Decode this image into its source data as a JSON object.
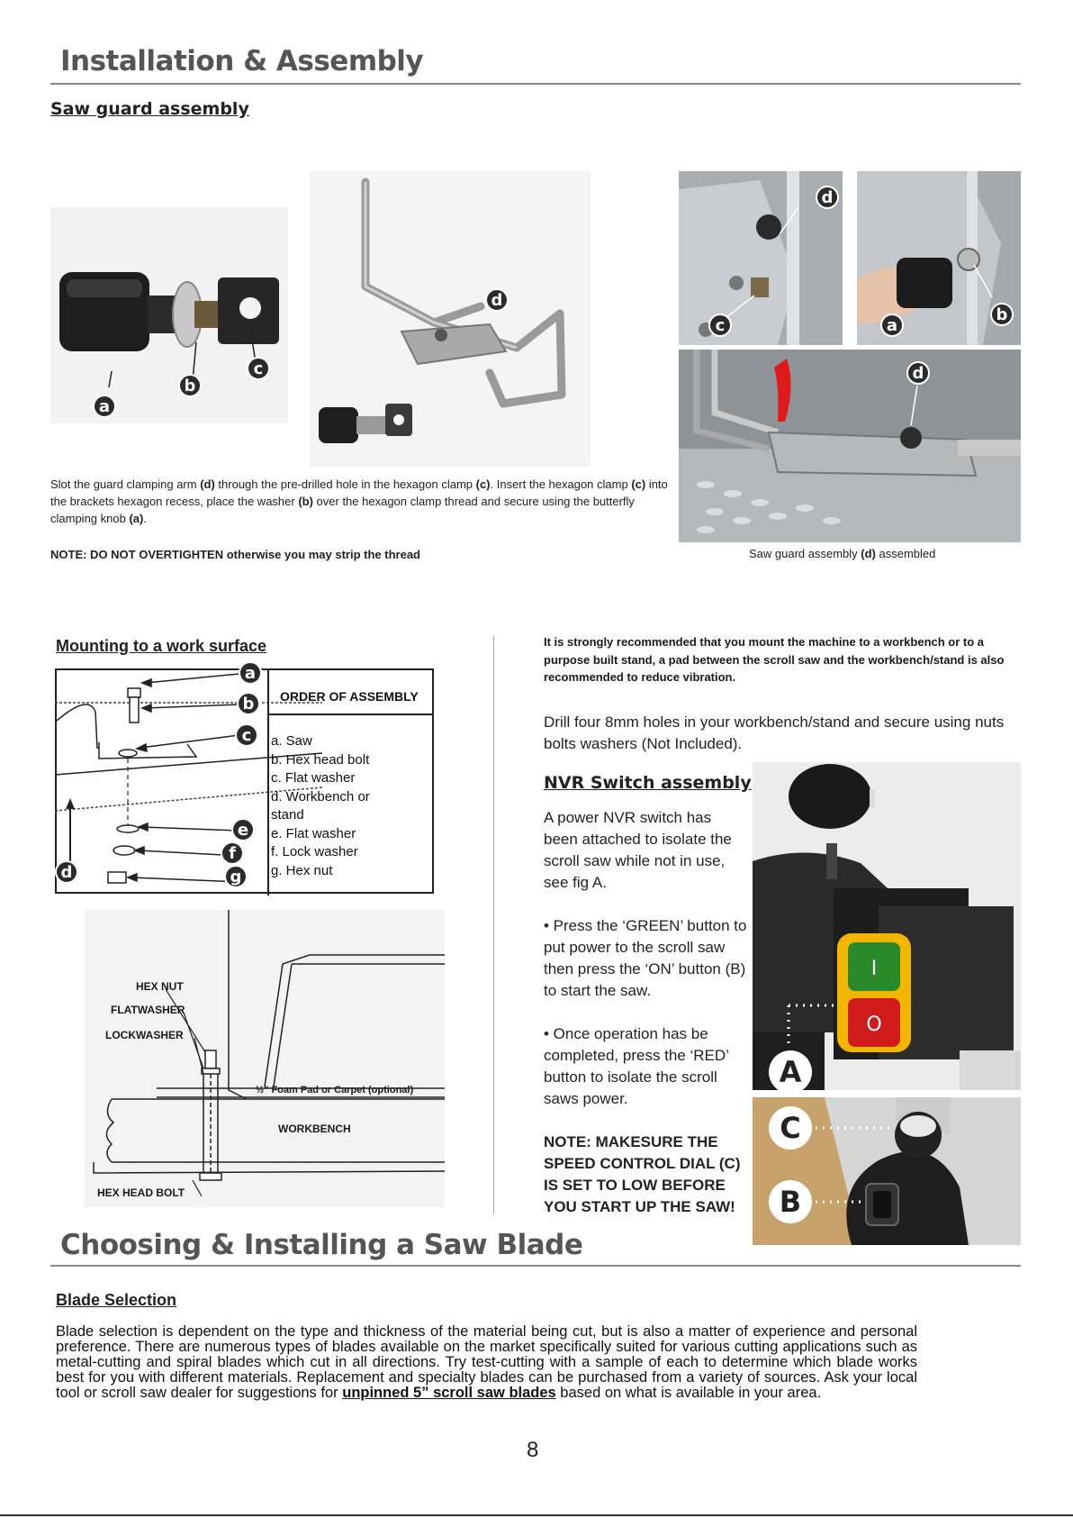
{
  "section1": {
    "title": "Installation & Assembly",
    "subtitle": "Saw guard assembly",
    "instructions": [
      {
        "text": "Slot the guard clamping arm ",
        "bold": false
      },
      {
        "text": "(d)",
        "bold": true
      },
      {
        "text": " through the pre-drilled hole in the hexagon clamp ",
        "bold": false
      },
      {
        "text": "(c)",
        "bold": true
      },
      {
        "text": ". Insert the hexagon clamp ",
        "bold": false
      },
      {
        "text": "(c)",
        "bold": true
      },
      {
        "text": " into the brackets hexagon recess, place the washer ",
        "bold": false
      },
      {
        "text": "(b)",
        "bold": true
      },
      {
        "text": " over the hexagon clamp thread and secure using the butterfly clamping knob ",
        "bold": false
      },
      {
        "text": "(a)",
        "bold": true
      },
      {
        "text": ".",
        "bold": false
      }
    ],
    "note": "NOTE: DO NOT OVERTIGHTEN otherwise you may strip the thread",
    "caption_pre": "Saw guard assembly ",
    "caption_bold": "(d)",
    "caption_post": " assembled",
    "labels": {
      "a": "a",
      "b": "b",
      "c": "c",
      "d": "d"
    }
  },
  "mounting": {
    "title": "Mounting to a work surface",
    "order_title": "ORDER OF ASSEMBLY",
    "order_items": [
      "a.  Saw",
      "b.  Hex head bolt",
      "c.  Flat washer",
      "d.  Workbench or",
      "     stand",
      "e.  Flat washer",
      "f.   Lock washer",
      "g.  Hex nut"
    ],
    "diagram_labels": {
      "hex_nut": "HEX NUT",
      "flatwasher": "FLATWASHER",
      "lockwasher": "LOCKWASHER",
      "foam_pad": "½\" Foam Pad or  Carpet (optional)",
      "workbench": "WORKBENCH",
      "hex_head_bolt": "HEX HEAD BOLT"
    },
    "letters": [
      "a",
      "b",
      "c",
      "d",
      "e",
      "f",
      "g"
    ]
  },
  "recommend": {
    "bold_text": "It is strongly recommended that you mount the machine to a workbench or to a purpose built stand, a pad between the scroll saw and the workbench/stand is also recommended to reduce vibration.",
    "drill_text": "Drill four 8mm holes in your workbench/stand and secure using nuts bolts washers (Not Included)."
  },
  "nvr": {
    "title": "NVR Switch assembly",
    "p1": "A power NVR switch has been attached to isolate the scroll saw while not in use, see fig A.",
    "p2": "• Press the ‘GREEN’ button to put power to the scroll saw then press the ‘ON’ button (B) to start the saw.",
    "p3": "• Once operation has be completed, press the ‘RED’ button to isolate the scroll saws power.",
    "note": "NOTE: MAKESURE THE SPEED CONTROL DIAL (C) IS SET TO LOW BEFORE YOU START UP THE SAW!",
    "labels": {
      "A": "A",
      "B": "B",
      "C": "C"
    },
    "switch_on": "I",
    "switch_off": "O"
  },
  "section2": {
    "title": "Choosing & Installing a Saw Blade",
    "subtitle": "Blade Selection",
    "body": "Blade selection is dependent on the type and thickness of the material being cut, but is also a matter of experience and personal preference. There are numerous types of blades available on the market specifically suited for various cutting applications such as metal-cutting and spiral blades which cut in all directions. Try test-cutting with a sample of each to determine which blade works best for you with different materials. Replacement and specialty blades can be purchased from a variety of sources.  Ask your local tool or scroll saw dealer for suggestions for ",
    "link_text": "unpinned 5” scroll saw blades",
    "body_end": " based on what is available in your area."
  },
  "page_number": "8"
}
